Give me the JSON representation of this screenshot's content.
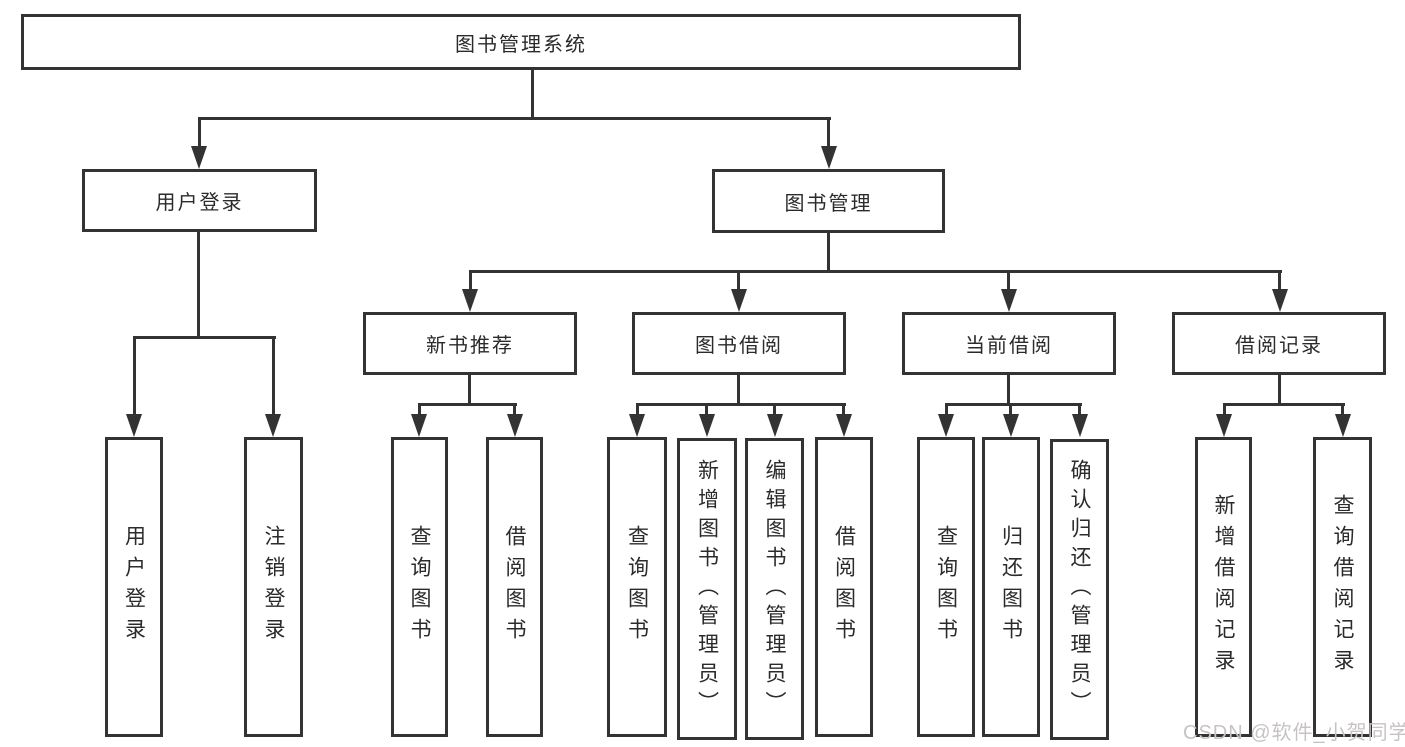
{
  "tree": {
    "label": "图书管理系统",
    "children": [
      {
        "label": "用户登录",
        "children": [
          {
            "label": "用户登录"
          },
          {
            "label": "注销登录"
          }
        ]
      },
      {
        "label": "图书管理",
        "children": [
          {
            "label": "新书推荐",
            "children": [
              {
                "label": "查询图书"
              },
              {
                "label": "借阅图书"
              }
            ]
          },
          {
            "label": "图书借阅",
            "children": [
              {
                "label": "查询图书"
              },
              {
                "label": "新增图书（管理员）"
              },
              {
                "label": "编辑图书（管理员）"
              },
              {
                "label": "借阅图书"
              }
            ]
          },
          {
            "label": "当前借阅",
            "children": [
              {
                "label": "查询图书"
              },
              {
                "label": "归还图书"
              },
              {
                "label": "确认归还（管理员）"
              }
            ]
          },
          {
            "label": "借阅记录",
            "children": [
              {
                "label": "新增借阅记录"
              },
              {
                "label": "查询借阅记录"
              }
            ]
          }
        ]
      }
    ]
  },
  "watermark": {
    "text": "CSDN @软件_小贺同学"
  },
  "colors": {
    "line": "#333333",
    "text": "#2b2b2b",
    "watermark": "#c8c3c3",
    "background": "#ffffff"
  }
}
